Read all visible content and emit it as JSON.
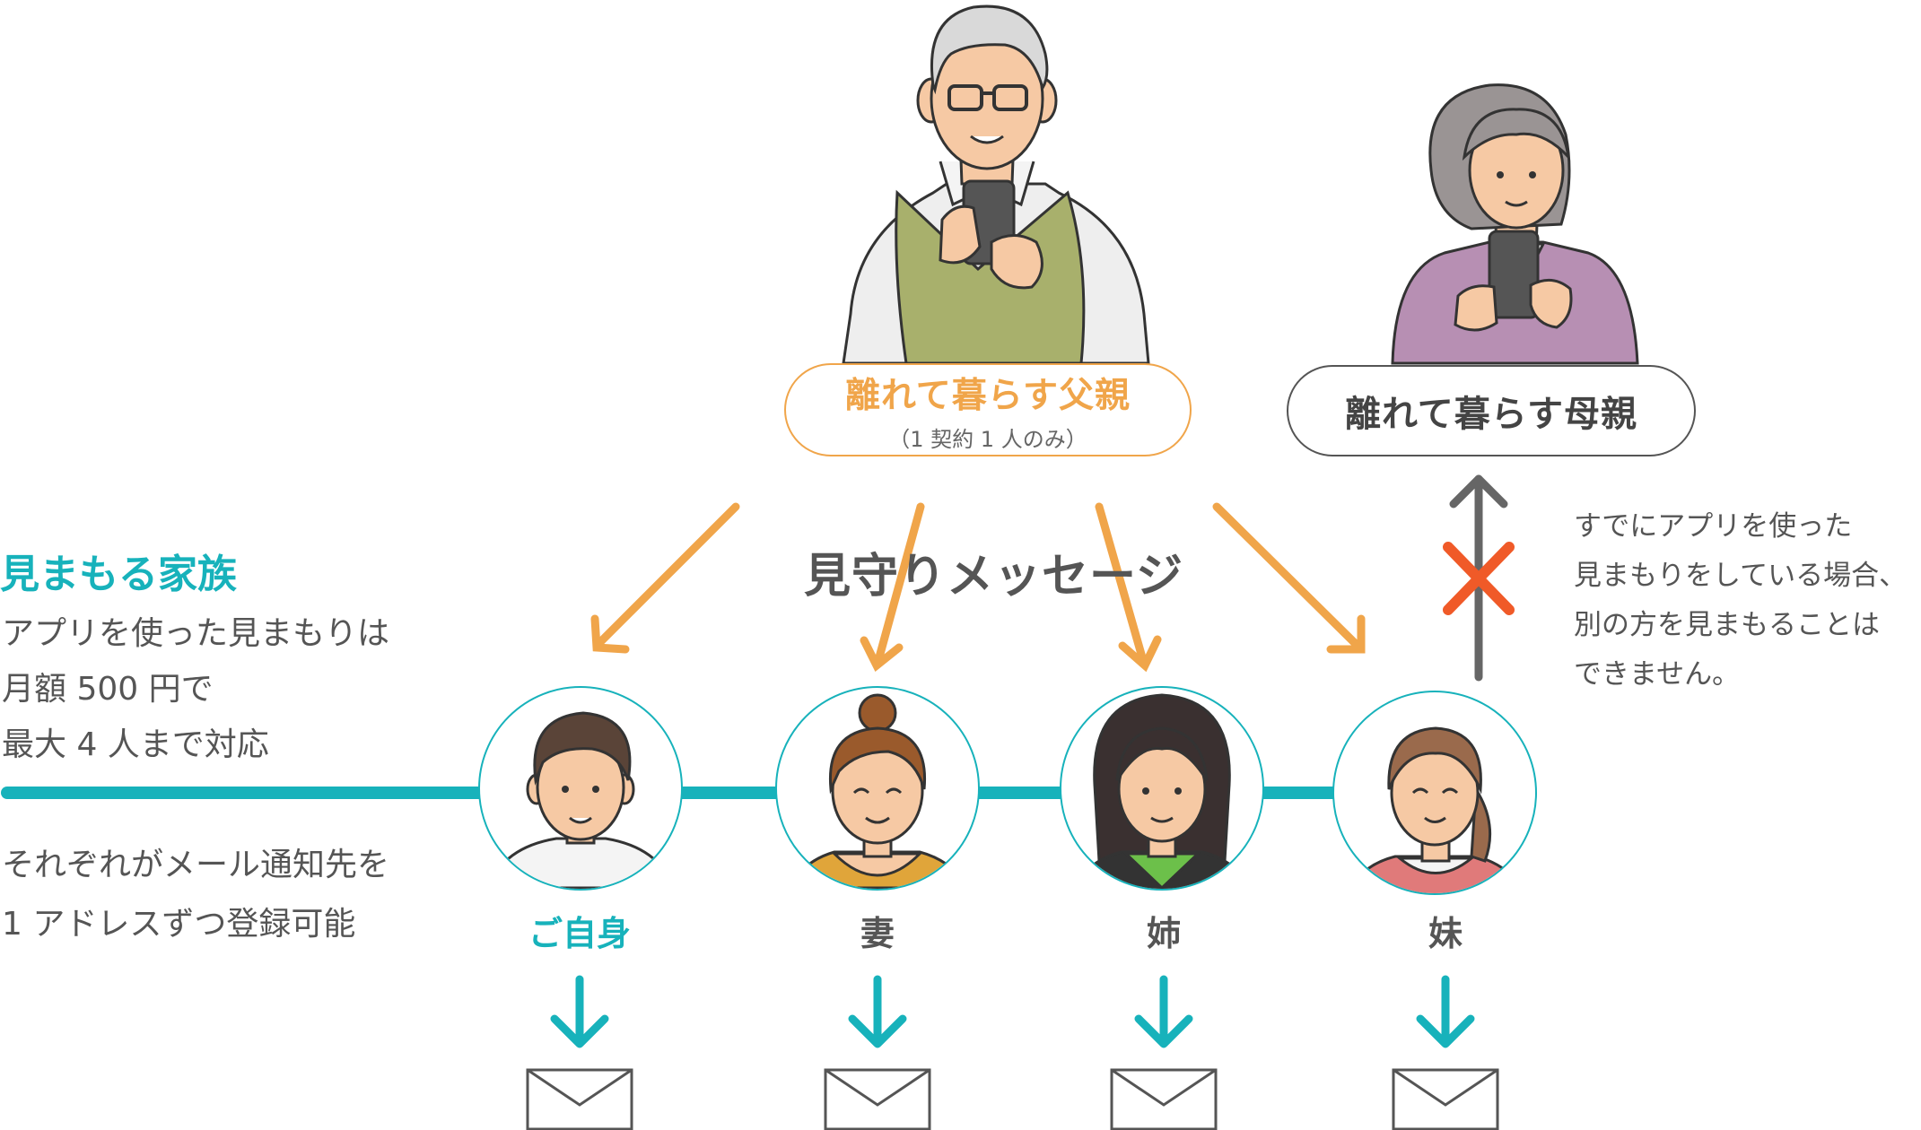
{
  "father": {
    "title": "離れて暮らす父親",
    "subtitle": "（1 契約 1 人のみ）"
  },
  "mother": {
    "title": "離れて暮らす母親"
  },
  "message_label": "見守りメッセージ",
  "family": {
    "title": "見まもる家族",
    "desc": [
      "アプリを使った見まもりは",
      "月額 500 円で",
      "最大 4 人まで対応"
    ],
    "note": [
      "それぞれがメール通知先を",
      "1 アドレスずつ登録可能"
    ]
  },
  "members": [
    {
      "label": "ご自身",
      "color": "#17b2bb"
    },
    {
      "label": "妻",
      "color": "#555555"
    },
    {
      "label": "姉",
      "color": "#555555"
    },
    {
      "label": "妹",
      "color": "#555555"
    }
  ],
  "restriction_note": [
    "すでにアプリを使った",
    "見まもりをしている場合、",
    "別の方を見まもることは",
    "できません。"
  ],
  "colors": {
    "teal": "#17b2bb",
    "orange": "#f0a54a",
    "red_cross": "#f05a28",
    "gray_arrow": "#666666"
  },
  "icons": [
    "father-illustration",
    "mother-illustration",
    "avatar-self",
    "avatar-wife",
    "avatar-older-sister",
    "avatar-younger-sister",
    "envelope-icon",
    "down-arrow-icon",
    "cross-icon"
  ]
}
